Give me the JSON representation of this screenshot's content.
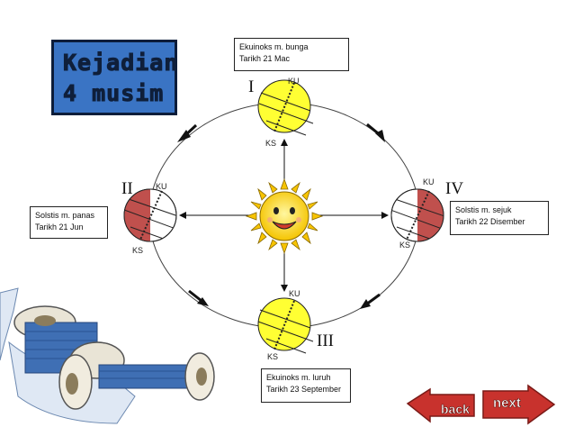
{
  "title": {
    "line1": "Kejadian",
    "line2": "4 musim"
  },
  "positions": [
    {
      "numeral": "I",
      "ku": "KU",
      "ks": "KS",
      "line1": "Ekuinoks m. bunga",
      "line2": "Tarikh 21 Mac"
    },
    {
      "numeral": "II",
      "ku": "KU",
      "ks": "KS",
      "line1": "Solstis m. panas",
      "line2": "Tarikh 21 Jun"
    },
    {
      "numeral": "III",
      "ku": "KU",
      "ks": "KS",
      "line1": "Ekuinoks m. luruh",
      "line2": "Tarikh 23 September"
    },
    {
      "numeral": "IV",
      "ku": "KU",
      "ks": "KS",
      "line1": "Solstis m. sejuk",
      "line2": "Tarikh 22 Disember"
    }
  ],
  "nav": {
    "back_label": "back",
    "next_label": "next"
  },
  "colors": {
    "equinox_globe": "#ffff33",
    "solstice_shade": "#c0504d",
    "title_bg": "#3a74c4",
    "nav_red": "#c8322d"
  }
}
